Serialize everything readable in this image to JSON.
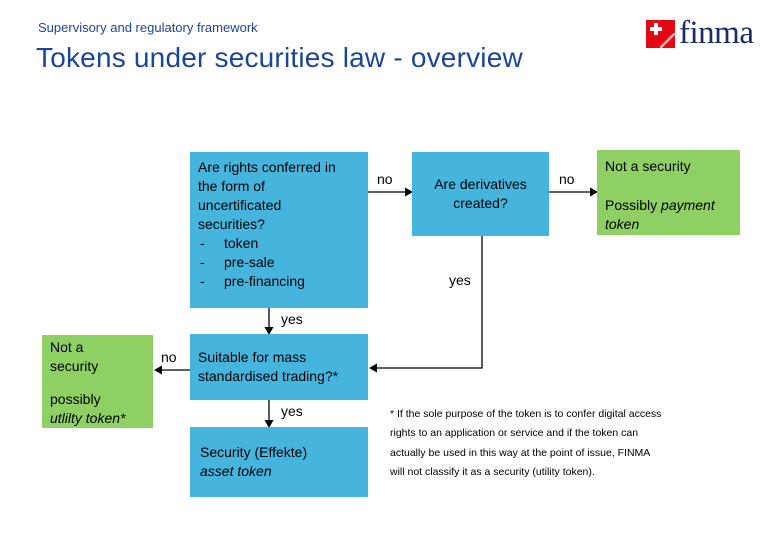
{
  "header": {
    "subtitle": "Supervisory and regulatory framework",
    "title": "Tokens under securities law - overview"
  },
  "logo": {
    "wordmark": "finma"
  },
  "colors": {
    "box_blue": "#46B5DE",
    "box_green": "#8FD064",
    "heading_blue": "#1A4699",
    "logo_red": "#E30613",
    "wordmark_navy": "#1A2D6B"
  },
  "flow": {
    "rights_box": {
      "question": "Are rights conferred in the form of uncertificated securities?",
      "bullet_marker": "-",
      "bullets": [
        "token",
        "pre-sale",
        "pre-financing"
      ]
    },
    "derivatives_box": {
      "text": "Are derivatives created?"
    },
    "payment_box": {
      "line1": "Not a security",
      "line2_prefix": "Possibly ",
      "line2_italic": "payment token"
    },
    "trading_box": {
      "text": "Suitable for mass standardised trading?*"
    },
    "utility_box": {
      "line1": "Not a",
      "line2": "security",
      "line3": "possibly",
      "line4_italic": "utlilty token*"
    },
    "security_box": {
      "line1": "Security (Effekte)",
      "line2_italic": "asset token"
    },
    "edge_labels": {
      "rights_to_derivatives": "no",
      "derivatives_to_payment": "no",
      "rights_to_trading": "yes",
      "derivatives_to_trading": "yes",
      "trading_to_utility": "no",
      "trading_to_security": "yes"
    }
  },
  "footnote": "* If the sole purpose of the token is to confer digital access rights to an application or service and if the token can actually be used in this way at the point of issue, FINMA will not classify it as a security (utility token)."
}
